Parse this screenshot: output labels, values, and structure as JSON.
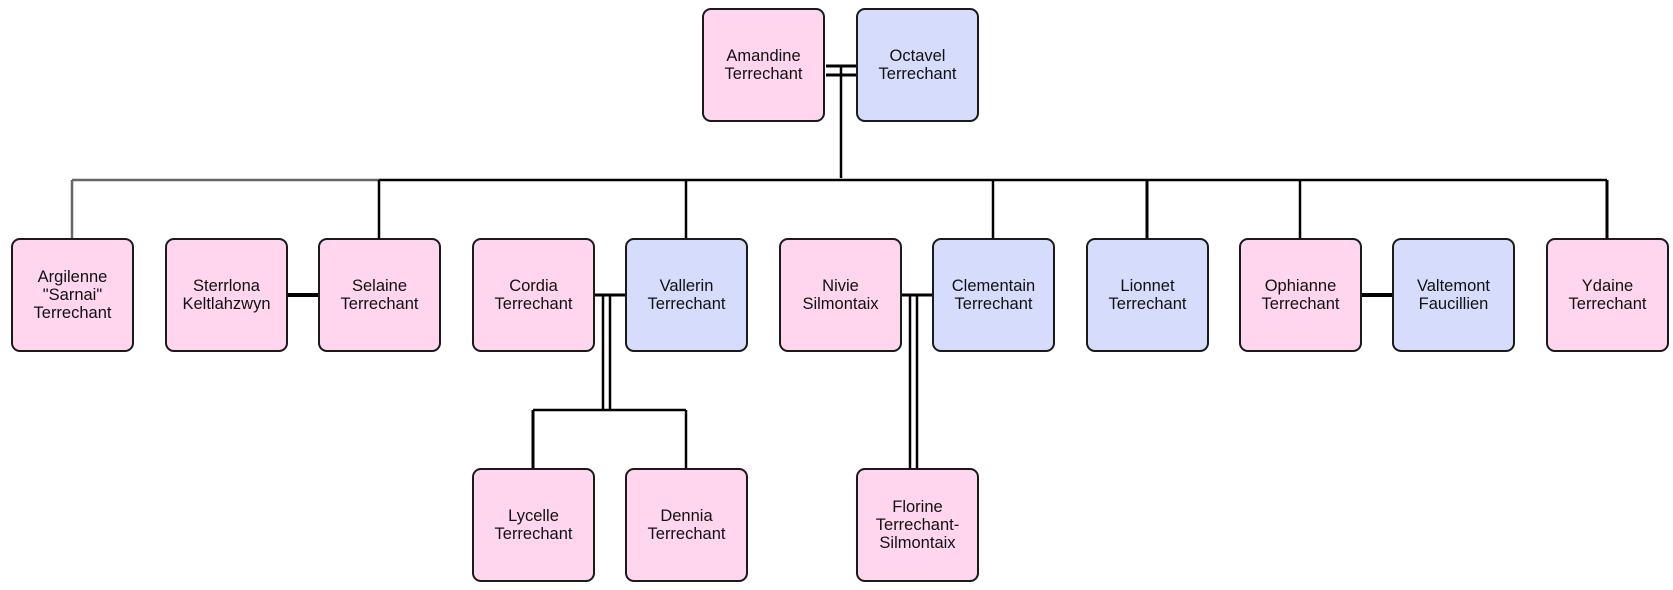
{
  "colors": {
    "female": "#ffd6ee",
    "male": "#d6dcfb",
    "border": "#1a1a1a",
    "line": "#000000",
    "faded_line": "#666666"
  },
  "people": {
    "amandine": {
      "name": "Amandine\nTerrechant",
      "gender": "female"
    },
    "octavel": {
      "name": "Octavel\nTerrechant",
      "gender": "male"
    },
    "argilenne": {
      "name": "Argilenne\n\"Sarnai\"\nTerrechant",
      "gender": "female"
    },
    "sterrlona": {
      "name": "Sterrlona\nKeltlahzwyn",
      "gender": "female"
    },
    "selaine": {
      "name": "Selaine\nTerrechant",
      "gender": "female"
    },
    "cordia": {
      "name": "Cordia\nTerrechant",
      "gender": "female"
    },
    "vallerin": {
      "name": "Vallerin\nTerrechant",
      "gender": "male"
    },
    "nivie": {
      "name": "Nivie\nSilmontaix",
      "gender": "female"
    },
    "clementain": {
      "name": "Clementain\nTerrechant",
      "gender": "male"
    },
    "lionnet": {
      "name": "Lionnet\nTerrechant",
      "gender": "male"
    },
    "ophianne": {
      "name": "Ophianne\nTerrechant",
      "gender": "female"
    },
    "valtemont": {
      "name": "Valtemont\nFaucillien",
      "gender": "male"
    },
    "ydaine": {
      "name": "Ydaine\nTerrechant",
      "gender": "female"
    },
    "lycelle": {
      "name": "Lycelle\nTerrechant",
      "gender": "female"
    },
    "dennia": {
      "name": "Dennia\nTerrechant",
      "gender": "female"
    },
    "florine": {
      "name": "Florine\nTerrechant-\nSilmontaix",
      "gender": "female"
    }
  },
  "unions": [
    {
      "partners": [
        "amandine",
        "octavel"
      ],
      "children": [
        "argilenne",
        "selaine",
        "vallerin",
        "clementain",
        "lionnet",
        "ophianne",
        "ydaine"
      ]
    },
    {
      "partners": [
        "sterrlona",
        "selaine"
      ],
      "children": []
    },
    {
      "partners": [
        "cordia",
        "vallerin"
      ],
      "children": [
        "lycelle",
        "dennia"
      ]
    },
    {
      "partners": [
        "nivie",
        "clementain"
      ],
      "children": [
        "florine"
      ]
    },
    {
      "partners": [
        "ophianne",
        "valtemont"
      ],
      "children": []
    }
  ]
}
